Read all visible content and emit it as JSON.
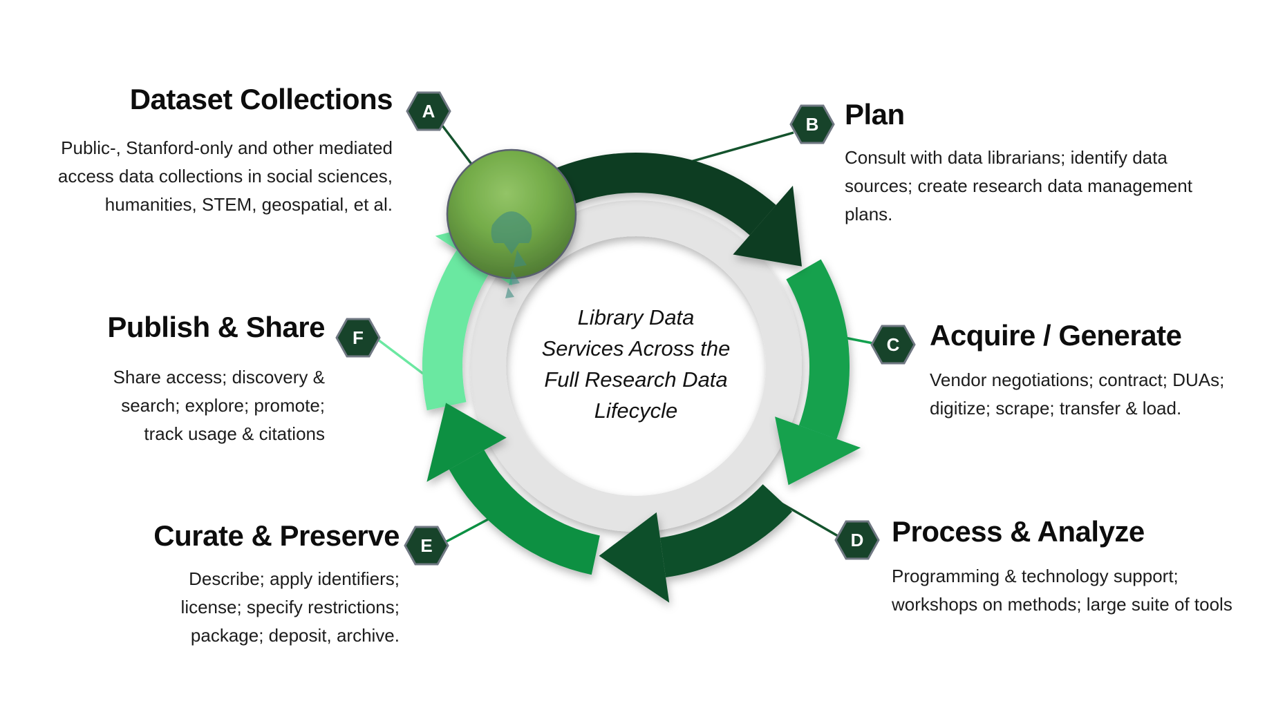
{
  "center": {
    "lines": [
      "Library Data",
      "Services Across the",
      "Full Research Data",
      "Lifecycle"
    ]
  },
  "colors": {
    "arc_plan": "#0b3e21",
    "arc_acquire": "#12a14e",
    "arc_process": "#0d4f2a",
    "arc_curate": "#0c9043",
    "arc_publish": "#6be8a1",
    "connector_dark": "#14532d",
    "track": "#e4e4e4",
    "hex_fill": "#17432a",
    "hex_border": "#707883",
    "hex_letter": "#ffffff",
    "sphere_border": "#5a6170",
    "sphere_light": "#93c467",
    "sphere_mid": "#74ac49",
    "sphere_dark": "#4a7330",
    "emblem": "#3e8a7f"
  },
  "stages": [
    {
      "letter": "A",
      "title": "Dataset Collections",
      "desc_lines": [
        "Public-, Stanford-only and other mediated",
        "access data collections in social sciences,",
        "humanities, STEM, geospatial, et al."
      ]
    },
    {
      "letter": "B",
      "title": "Plan",
      "desc_lines": [
        "Consult with data librarians; identify data",
        "sources; create research data management",
        "plans."
      ]
    },
    {
      "letter": "C",
      "title": "Acquire / Generate",
      "desc_lines": [
        "Vendor negotiations; contract; DUAs;",
        "digitize; scrape; transfer & load."
      ]
    },
    {
      "letter": "D",
      "title": "Process & Analyze",
      "desc_lines": [
        "Programming & technology support;",
        "workshops on methods; large suite of tools"
      ]
    },
    {
      "letter": "E",
      "title": "Curate & Preserve",
      "desc_lines": [
        "Describe; apply identifiers;",
        "license; specify restrictions;",
        "package; deposit, archive."
      ]
    },
    {
      "letter": "F",
      "title": "Publish & Share",
      "desc_lines": [
        "Share access; discovery &",
        "search; explore; promote;",
        "track usage & citations"
      ]
    }
  ]
}
